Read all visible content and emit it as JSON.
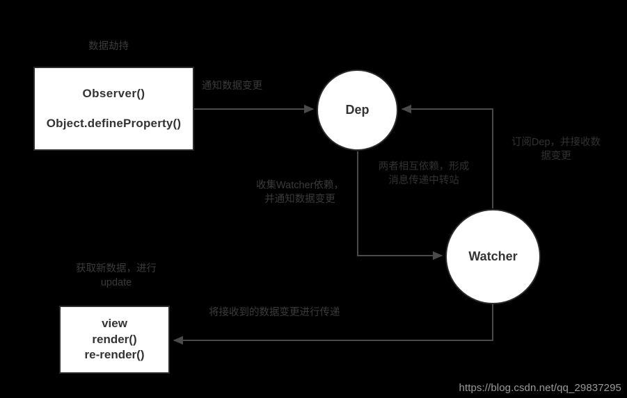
{
  "diagram": {
    "title": "Vue responsive data flow diagram",
    "background_color": "#000000",
    "node_fill": "#ffffff",
    "node_stroke": "#2b2b2b",
    "edge_color": "#4a4a4a",
    "label_color": "#3b3b3b",
    "watermark_color": "#9a9a9a"
  },
  "nodes": {
    "observer": {
      "shape": "rect",
      "line1": "Observer()",
      "line2": "Object.defineProperty()"
    },
    "dep": {
      "shape": "circle",
      "label": "Dep"
    },
    "watcher": {
      "shape": "circle",
      "label": "Watcher"
    },
    "view": {
      "shape": "rect",
      "line1": "view",
      "line2": "render()",
      "line3": "re-render()"
    }
  },
  "labels": {
    "data_hijack": "数据劫持",
    "notify_change": "通知数据变更",
    "collect_watcher": "收集Watcher依赖，\n并通知数据变更",
    "mutual_dependency": "两者相互依赖，形成\n消息传递中转站",
    "subscribe_dep": "订阅Dep，并接收数\n据变更",
    "get_new_data": "获取新数据，进行\nupdate",
    "transmit_change": "将接收到的数据变更进行传递"
  },
  "edges": [
    {
      "name": "observer-to-dep",
      "from": "observer",
      "to": "dep",
      "label_key": "notify_change"
    },
    {
      "name": "dep-to-watcher",
      "from": "dep",
      "to": "watcher",
      "label_key": "collect_watcher"
    },
    {
      "name": "watcher-to-dep",
      "from": "watcher",
      "to": "dep",
      "label_key": "subscribe_dep"
    },
    {
      "name": "watcher-to-view",
      "from": "watcher",
      "to": "view",
      "label_key": "transmit_change"
    }
  ],
  "watermark": "https://blog.csdn.net/qq_29837295"
}
